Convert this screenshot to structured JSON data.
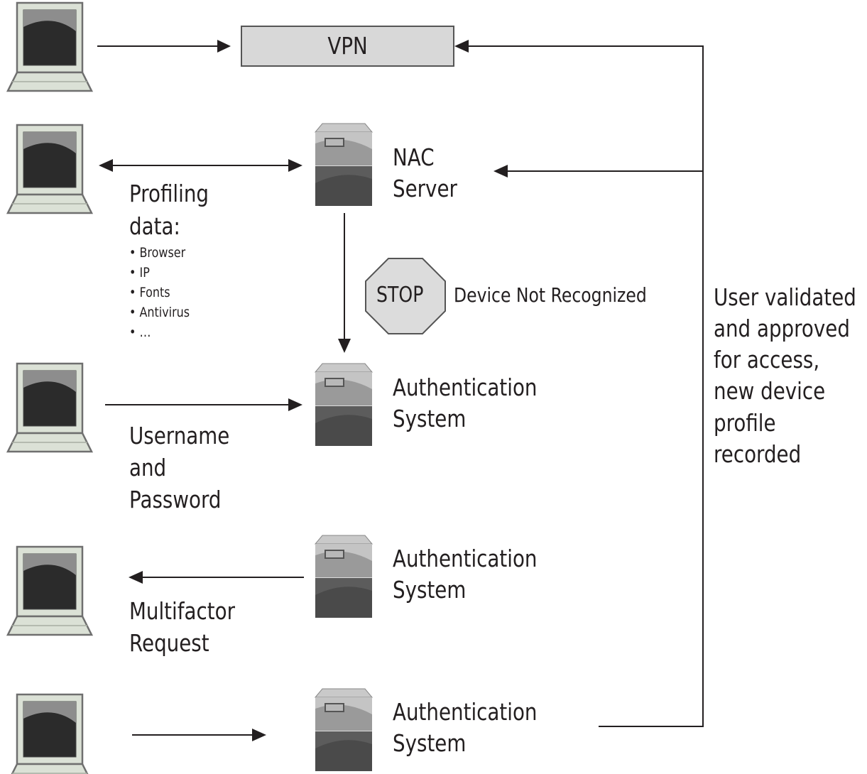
{
  "vpn": {
    "label": "VPN"
  },
  "nac_server": {
    "line1": "NAC",
    "line2": "Server"
  },
  "profiling": {
    "title_line1": "Profiling",
    "title_line2": "data:",
    "items": [
      "• Browser",
      "• IP",
      "• Fonts",
      "• Antivirus",
      "• …"
    ]
  },
  "stop_sign": {
    "label": "STOP",
    "caption": "Device Not Recognized"
  },
  "auth_system_1": {
    "line1": "Authentication",
    "line2": "System"
  },
  "credentials": {
    "line1": "Username",
    "line2": "and",
    "line3": "Password"
  },
  "auth_system_2": {
    "line1": "Authentication",
    "line2": "System"
  },
  "multifactor": {
    "line1": "Multifactor",
    "line2": "Request"
  },
  "auth_system_3": {
    "line1": "Authentication",
    "line2": "System"
  },
  "validated_note": {
    "lines": [
      "User validated",
      "and approved",
      "for access,",
      "new device",
      "profile",
      "recorded"
    ]
  }
}
